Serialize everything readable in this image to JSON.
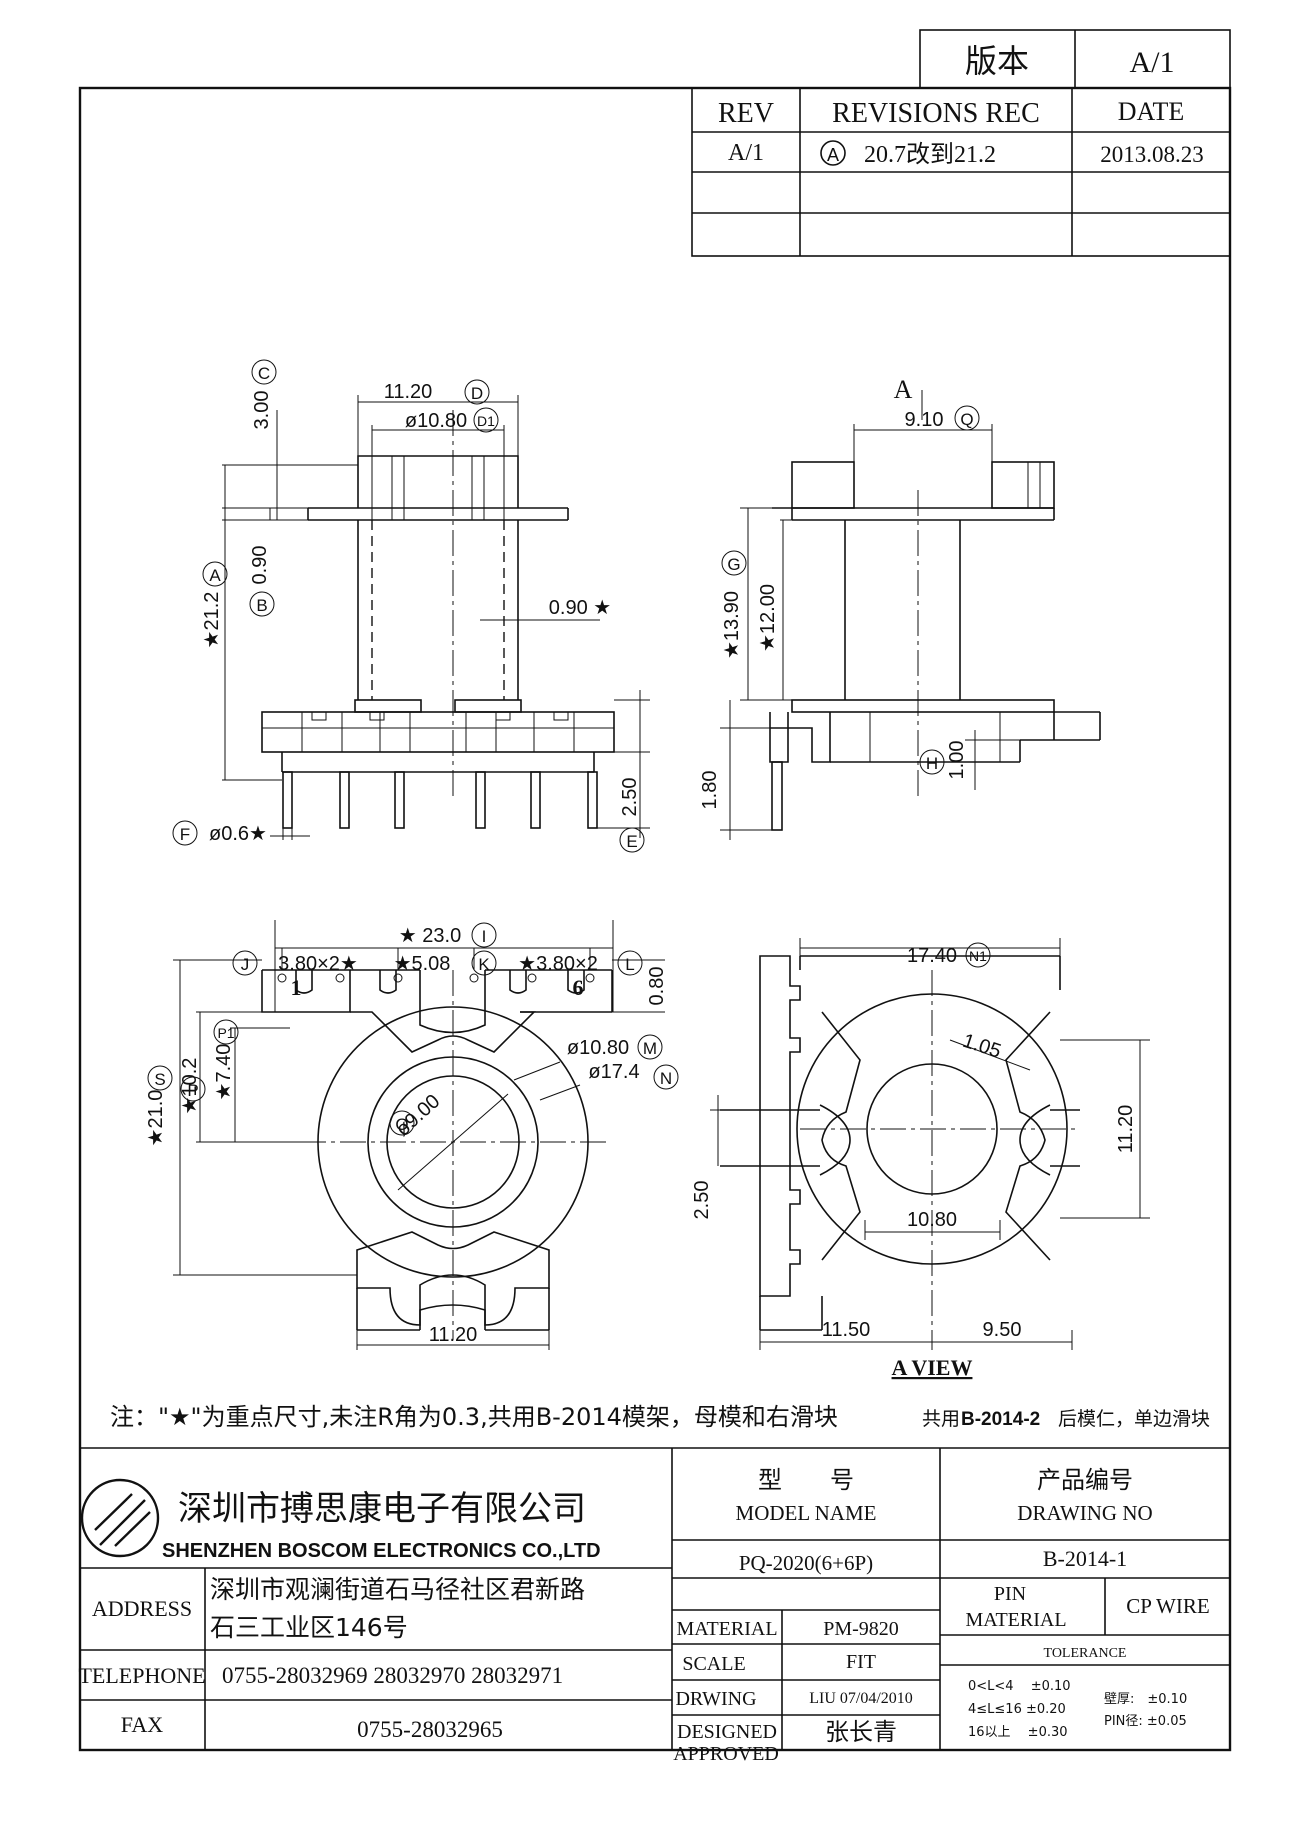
{
  "version_box": {
    "label": "版本",
    "value": "A/1"
  },
  "revisions": {
    "headers": {
      "rev": "REV",
      "rec": "REVISIONS REC",
      "date": "DATE"
    },
    "rows": [
      {
        "rev": "A/1",
        "marker": "A",
        "rec": "20.7改到21.2",
        "date": "2013.08.23"
      }
    ]
  },
  "dims": {
    "d_11_20": "11.20",
    "d_D": "D",
    "d_10_80": "ø10.80",
    "d_D1": "D1",
    "d_3_00": "3.00",
    "d_C": "C",
    "d_21_2": "★21.2",
    "d_A": "A",
    "d_0_90_v": "0.90",
    "d_B": "B",
    "d_0_90_h": "0.90 ★",
    "d_2_50": "2.50",
    "d_E": "E",
    "d_0_6": "ø0.6★",
    "d_F": "F",
    "view_arrow": "A",
    "d_9_10": "9.10",
    "d_Q": "Q",
    "d_13_90": "★13.90",
    "d_G": "G",
    "d_12_00": "★12.00",
    "d_1_80": "1.80",
    "d_1_00": "1.00",
    "d_H": "H",
    "d_23_0": "★ 23.0",
    "d_I": "I",
    "d_J": "J",
    "d_3_80x2_l": "3.80×2★",
    "d_5_08": "★5.08",
    "d_K": "K",
    "d_3_80x2_r": "★3.80×2",
    "d_L": "L",
    "d_0_80": "0.80",
    "pin_1": "1",
    "pin_6": "6",
    "d_10_2": "★10.2",
    "d_P": "P",
    "d_7_40": "★7.40",
    "d_P1": "P1",
    "d_21_0": "★21.0",
    "d_S": "S",
    "d_10_80m": "ø10.80",
    "d_M": "M",
    "d_17_4": "ø17.4",
    "d_N": "N",
    "d_9_00": "ø9.00",
    "d_O": "O",
    "d_11_20b": "11.20",
    "d_17_40": "17.40",
    "d_N1": "N1",
    "d_1_05": "1.05",
    "d_11_20r": "11.20",
    "d_2_50r": "2.50",
    "d_10_80r": "10.80",
    "d_11_50": "11.50",
    "d_9_50": "9.50",
    "a_view": "A  VIEW"
  },
  "note": {
    "main": "注：\"★\"为重点尺寸,未注R角为0.3,共用B-2014模架，母模和右滑块",
    "extra_pre": "共用",
    "extra_bold": "B-2014-2",
    "extra_post": "后模仁，单边滑块"
  },
  "title_block": {
    "company_cn": "深圳市搏思康电子有限公司",
    "company_en": "SHENZHEN BOSCOM ELECTRONICS CO.,LTD",
    "model_label_cn": "型　　号",
    "model_label_en": "MODEL NAME",
    "model_value": "PQ-2020(6+6P)",
    "drawing_label_cn": "产品编号",
    "drawing_label_en": "DRAWING NO",
    "drawing_value": "B-2014-1",
    "address_label": "ADDRESS",
    "address_line1": "深圳市观澜街道石马径社区君新路",
    "address_line2": "石三工业区146号",
    "telephone_label": "TELEPHONE",
    "telephone_value": "0755-28032969 28032970 28032971",
    "fax_label": "FAX",
    "fax_value": "0755-28032965",
    "material_label": "MATERIAL",
    "material_value": "PM-9820",
    "scale_label": "SCALE",
    "scale_value": "FIT",
    "drwing_label": "DRWING",
    "drwing_value": "LIU 07/04/2010",
    "designed_label": "DESIGNED",
    "designed_value": "张长青",
    "approved_label": "APPROVED",
    "pin_material_label1": "PIN",
    "pin_material_label2": "MATERIAL",
    "pin_material_value": "CP WIRE",
    "tolerance_label": "TOLERANCE",
    "tol_1": "0<L<4　 ±0.10",
    "tol_2": "4≤L≤16 ±0.20",
    "tol_3": "16以上　 ±0.30",
    "tol_wall": "壁厚:　±0.10",
    "tol_pin": "PIN径: ±0.05"
  }
}
